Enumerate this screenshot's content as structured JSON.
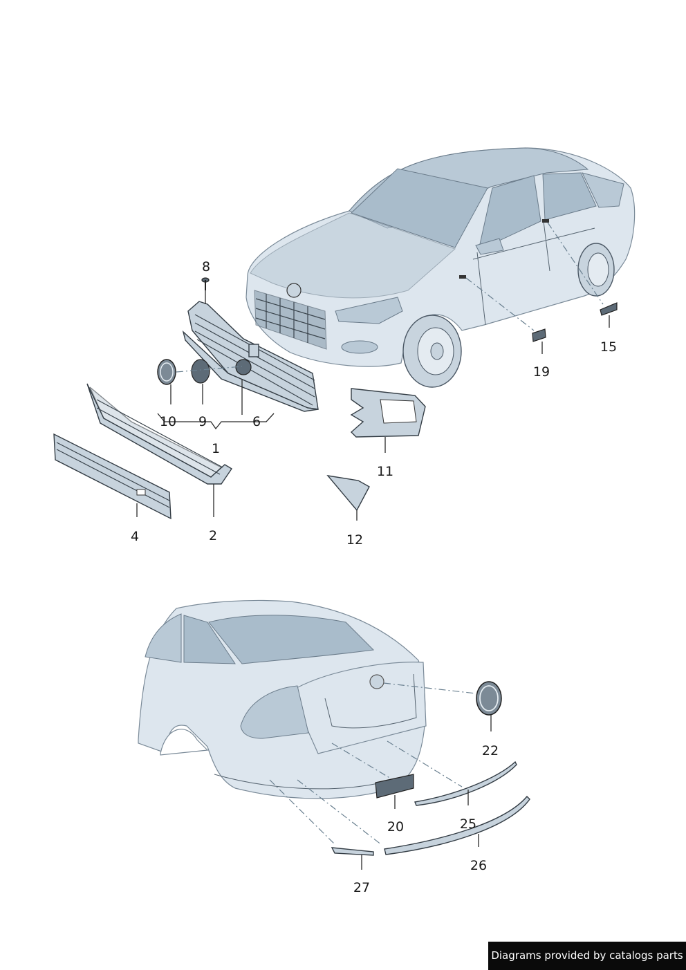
{
  "callouts": {
    "c1": "1",
    "c2": "2",
    "c4": "4",
    "c6": "6",
    "c8": "8",
    "c9": "9",
    "c10": "10",
    "c11": "11",
    "c12": "12",
    "c15": "15",
    "c19": "19",
    "c20": "20",
    "c22": "22",
    "c25": "25",
    "c26": "26",
    "c27": "27"
  },
  "footer": {
    "credit": "Diagrams provided by catalogs parts"
  }
}
